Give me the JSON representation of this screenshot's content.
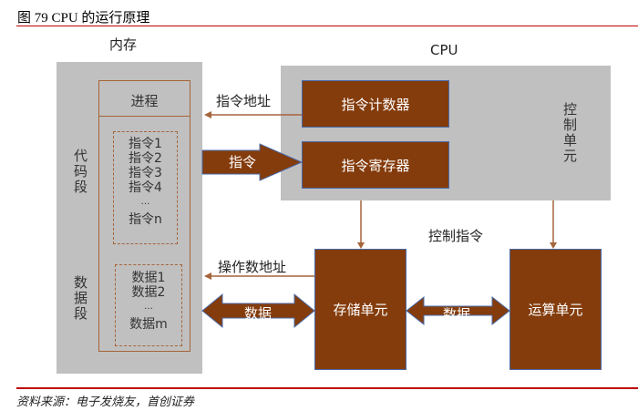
{
  "figure": {
    "title": "图  79 CPU 的运行原理",
    "source": "资料来源：电子发烧友，首创证券"
  },
  "memory": {
    "label": "内存",
    "process_label": "进程",
    "code_segment_label": "代码段",
    "data_segment_label": "数据段",
    "instructions": [
      "指令1",
      "指令2",
      "指令3",
      "指令4",
      "…",
      "指令n"
    ],
    "data_items": [
      "数据1",
      "数据2",
      "…",
      "数据m"
    ]
  },
  "cpu": {
    "label": "CPU",
    "control_unit_label": "控制单元",
    "program_counter": "指令计数器",
    "instruction_register": "指令寄存器",
    "storage_unit": "存储单元",
    "alu": "运算单元"
  },
  "arrows": {
    "instruction_address": "指令地址",
    "instruction": "指令",
    "operand_address": "操作数地址",
    "data_left": "数据",
    "data_right": "数据",
    "control_instruction": "控制指令"
  },
  "colors": {
    "accent_red": "#c00000",
    "unit_brown": "#843c0c",
    "panel_gray": "#c0c0c0"
  }
}
